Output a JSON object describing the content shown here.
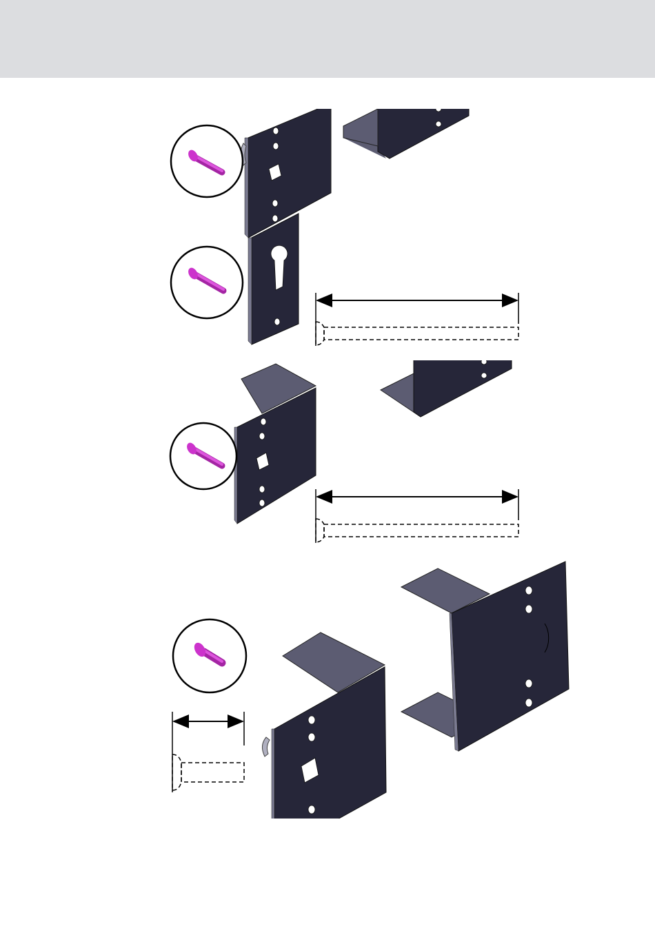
{
  "page": {
    "header_band_color": "#dcdde0",
    "background_color": "#ffffff"
  },
  "colors": {
    "plate_front": "#262639",
    "plate_top": "#5c5c72",
    "plate_side": "#3d3d52",
    "plate_edge": "#7a7a90",
    "hole": "#ffffff",
    "screw": "#cc33cc",
    "screw_highlight": "#f08cf0",
    "screw_shadow": "#8a1f8a",
    "callout_circle": "#000000",
    "dimension_line": "#000000",
    "dashed_outline": "#000000",
    "cam_hook": "#b0b0c0"
  },
  "steps": [
    {
      "id": "step-1",
      "parts": [
        "cylinder-escutcheon-plate",
        "rear-bracket",
        "screw-callout-1",
        "screw-callout-2",
        "long-screw-dimension"
      ]
    },
    {
      "id": "step-2",
      "parts": [
        "lock-box-plate",
        "rear-bracket",
        "screw-callout",
        "long-screw-dimension"
      ]
    },
    {
      "id": "step-3",
      "parts": [
        "lock-box-plate",
        "strike-box",
        "screw-callout",
        "short-screw-dimension"
      ]
    }
  ],
  "icons": [
    "mushroom-head-screw-icon",
    "long-screw-outline-icon",
    "short-screw-outline-icon",
    "double-arrow-dimension-icon"
  ]
}
